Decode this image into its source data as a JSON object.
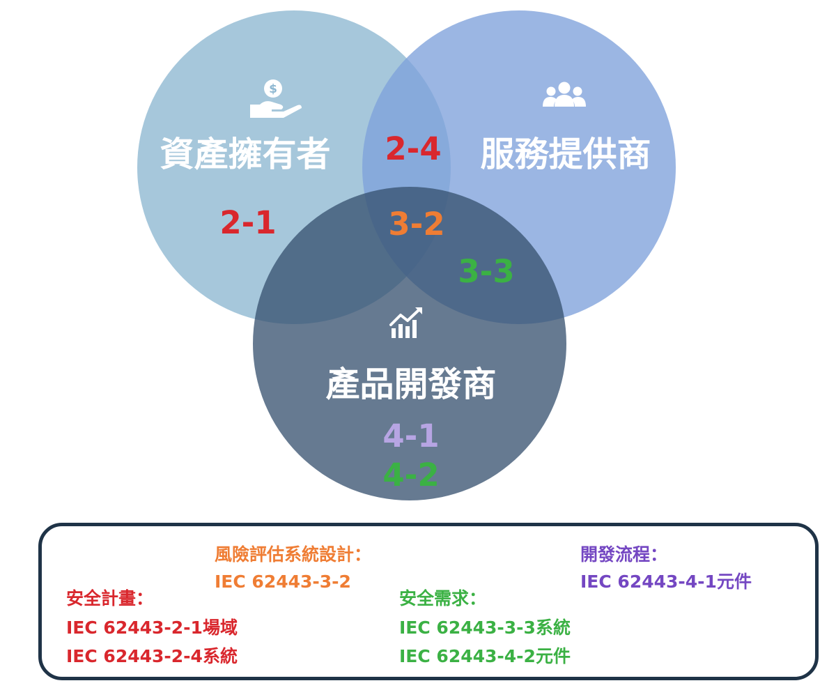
{
  "colors": {
    "asset_circle": "#8db7d1",
    "service_circle": "#7fa1db",
    "product_circle": "#36506f",
    "red": "#d9272d",
    "orange": "#ef7d34",
    "green": "#3bb144",
    "lavender": "#b7a5e3",
    "purple": "#7447c2",
    "border": "#1f3347"
  },
  "venn": {
    "asset_owner": {
      "label": "資產擁有者",
      "icon": "hand-coin-icon",
      "code": "2-1"
    },
    "service_provider": {
      "label": "服務提供商",
      "icon": "users-icon"
    },
    "product_developer": {
      "label": "產品開發商",
      "icon": "chart-growth-icon",
      "codes": [
        "4-1",
        "4-2"
      ]
    },
    "overlap_asset_service": "2-4",
    "overlap_center": "3-2",
    "overlap_service_product": "3-3"
  },
  "legend": {
    "risk": {
      "title": "風險評估系統設計：",
      "line1": "IEC 62443-3-2"
    },
    "dev_process": {
      "title": "開發流程：",
      "line1": "IEC 62443-4-1元件"
    },
    "security_plan": {
      "title": "安全計畫：",
      "line1": "IEC 62443-2-1場域",
      "line2": "IEC 62443-2-4系統"
    },
    "security_req": {
      "title": "安全需求：",
      "line1": "IEC 62443-3-3系統",
      "line2": "IEC 62443-4-2元件"
    }
  }
}
